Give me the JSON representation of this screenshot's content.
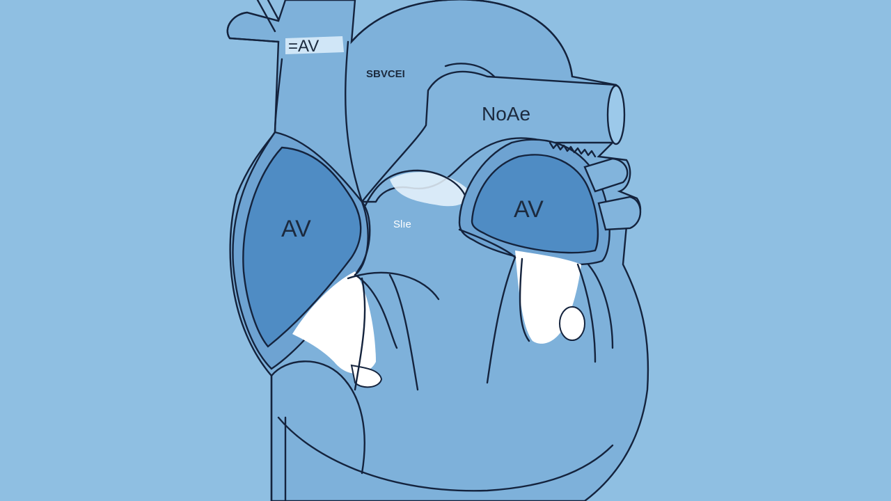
{
  "labels": {
    "top_vessel": "=AV",
    "upper_small": "SBVCEI",
    "aorta": "NoAe",
    "left_chamber": "AV",
    "right_chamber": "AV",
    "center_small": "Slıe"
  },
  "colors": {
    "background": "#8fbfe2",
    "heart_fill": "#7eb1da",
    "chamber_fill": "#4f8cc4",
    "outline": "#14233d",
    "highlight": "#ffffff"
  }
}
